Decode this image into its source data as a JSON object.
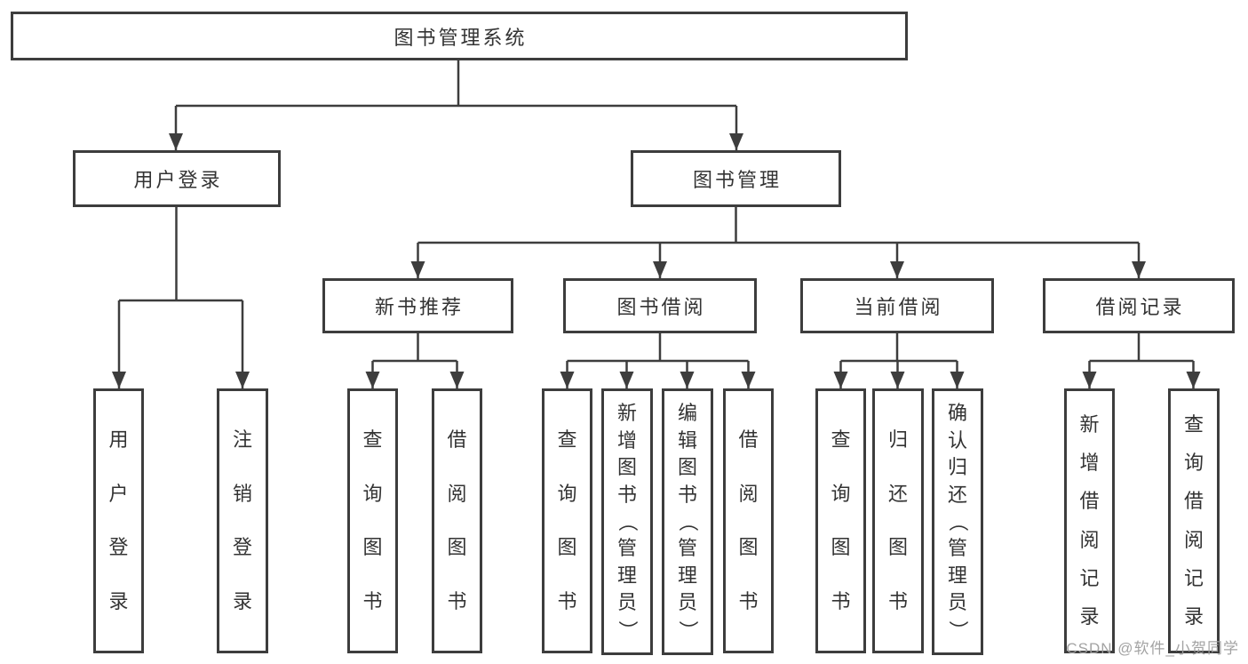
{
  "page": {
    "background": "#ffffff",
    "line_color": "#3d3d3d",
    "text_color": "#333333"
  },
  "watermark": {
    "text": "CSDN @软件_小贺同学"
  },
  "nodes": {
    "root": {
      "label": "图书管理系统"
    },
    "user_login": {
      "label": "用户登录"
    },
    "book_management": {
      "label": "图书管理"
    },
    "new_book_recommend": {
      "label": "新书推荐"
    },
    "book_borrow": {
      "label": "图书借阅"
    },
    "current_borrow": {
      "label": "当前借阅"
    },
    "borrow_records": {
      "label": "借阅记录"
    },
    "leaf_user_login": {
      "label": "用户登录"
    },
    "leaf_logout": {
      "label": "注销登录"
    },
    "rec_query_books": {
      "label": "查询图书"
    },
    "rec_borrow_books": {
      "label": "借阅图书"
    },
    "bb_query_books": {
      "label": "查询图书"
    },
    "bb_add_books": {
      "label": "新增图书（管理员）"
    },
    "bb_edit_books": {
      "label": "编辑图书（管理员）"
    },
    "bb_borrow_books": {
      "label": "借阅图书"
    },
    "cb_query_books": {
      "label": "查询图书"
    },
    "cb_return_books": {
      "label": "归还图书"
    },
    "cb_confirm_return": {
      "label": "确认归还（管理员）"
    },
    "br_add_record": {
      "label": "新增借阅记录"
    },
    "br_query_record": {
      "label": "查询借阅记录"
    }
  },
  "hierarchy": {
    "图书管理系统": {
      "用户登录": [
        "用户登录",
        "注销登录"
      ],
      "图书管理": {
        "新书推荐": [
          "查询图书",
          "借阅图书"
        ],
        "图书借阅": [
          "查询图书",
          "新增图书（管理员）",
          "编辑图书（管理员）",
          "借阅图书"
        ],
        "当前借阅": [
          "查询图书",
          "归还图书",
          "确认归还（管理员）"
        ],
        "借阅记录": [
          "新增借阅记录",
          "查询借阅记录"
        ]
      }
    }
  }
}
